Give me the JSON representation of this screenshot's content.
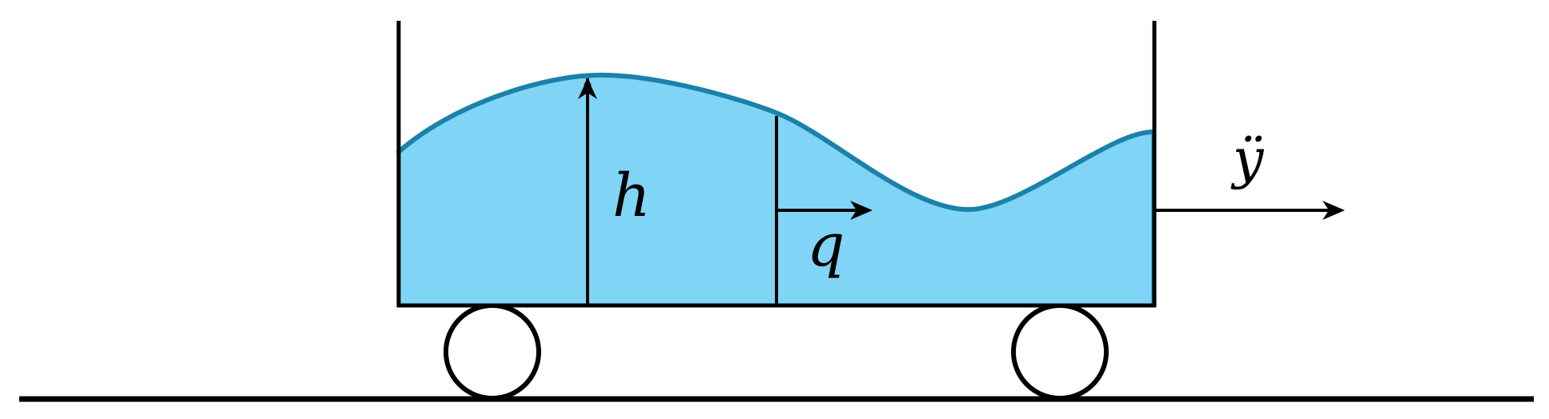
{
  "labels": {
    "height": "h",
    "flow": "q",
    "acceleration": "ÿ"
  },
  "colors": {
    "fluid_fill": "#80D4F5",
    "fluid_surface": "#1A82AA",
    "lines": "#000000",
    "background": "#FFFFFF"
  }
}
